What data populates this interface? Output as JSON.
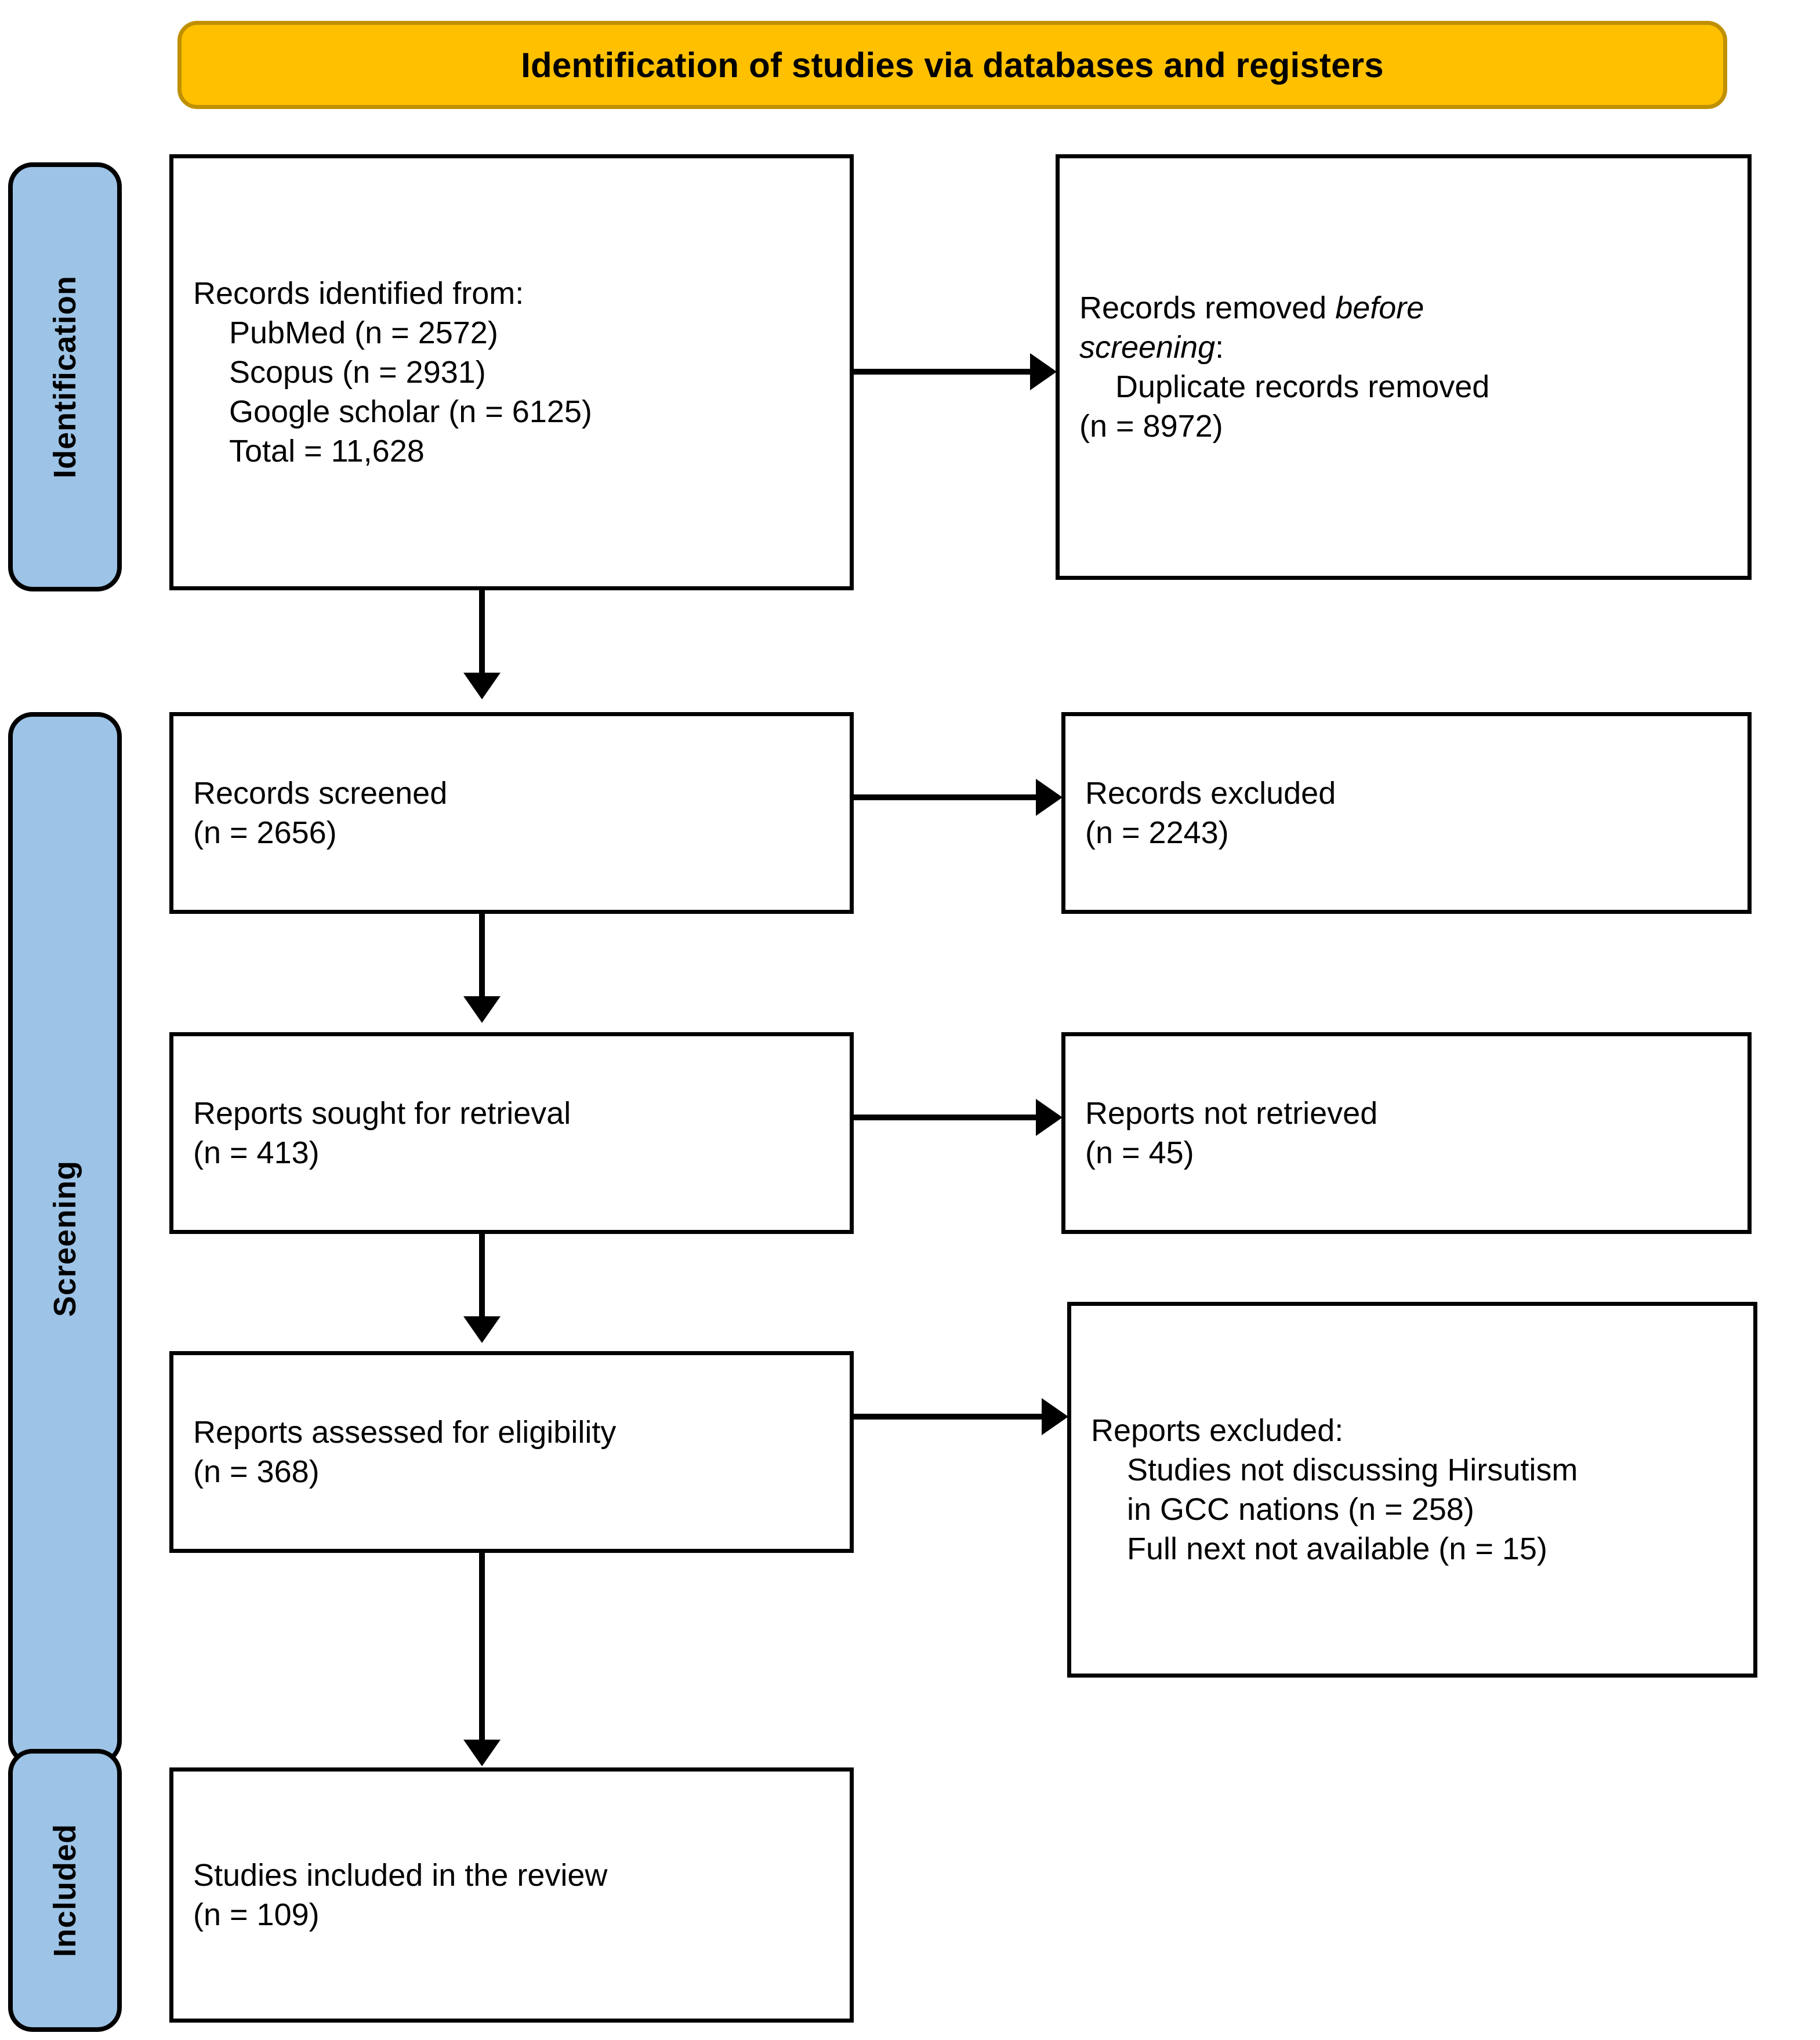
{
  "header": {
    "title": "Identification of studies via databases and registers",
    "bg_color": "#FFC000",
    "border_color": "#BF9000"
  },
  "stages": [
    {
      "id": "identification",
      "label": "Identification",
      "color": "#9DC3E6"
    },
    {
      "id": "screening",
      "label": "Screening",
      "color": "#9DC3E6"
    },
    {
      "id": "included",
      "label": "Included",
      "color": "#9DC3E6"
    }
  ],
  "boxes": {
    "records_identified": {
      "title": "Records identified from:",
      "lines": [
        "PubMed (n = 2572)",
        "Scopus (n = 2931)",
        "Google scholar (n = 6125)",
        "Total = 11,628"
      ],
      "sources": [
        {
          "name": "PubMed",
          "n": 2572
        },
        {
          "name": "Scopus",
          "n": 2931
        },
        {
          "name": "Google scholar",
          "n": 6125
        }
      ],
      "total": "11,628"
    },
    "records_removed": {
      "title_pre": "Records removed ",
      "title_em": "before",
      "title_em2": "screening",
      "title_post": ":",
      "detail": "Duplicate records removed",
      "count": "(n = 8972)",
      "n": 8972
    },
    "records_screened": {
      "label": "Records screened",
      "count": "(n = 2656)",
      "n": 2656
    },
    "records_excluded": {
      "label": "Records excluded",
      "count": "(n = 2243)",
      "n": 2243
    },
    "reports_sought": {
      "label": "Reports sought for retrieval",
      "count": "(n = 413)",
      "n": 413
    },
    "reports_not_retrieved": {
      "label": "Reports not retrieved",
      "count": "(n = 45)",
      "n": 45
    },
    "reports_assessed": {
      "label": "Reports assessed for eligibility",
      "count": "(n = 368)",
      "n": 368
    },
    "reports_excluded": {
      "title": "Reports excluded:",
      "reason1_a": "Studies not discussing Hirsutism",
      "reason1_b": "in GCC nations (n = 258)",
      "reason2": "Full next not available (n = 15)",
      "reasons": [
        {
          "text": "Studies not discussing Hirsutism in GCC nations",
          "n": 258
        },
        {
          "text": "Full next not available",
          "n": 15
        }
      ]
    },
    "studies_included": {
      "label": "Studies included in the review",
      "count": "(n = 109)",
      "n": 109
    }
  }
}
